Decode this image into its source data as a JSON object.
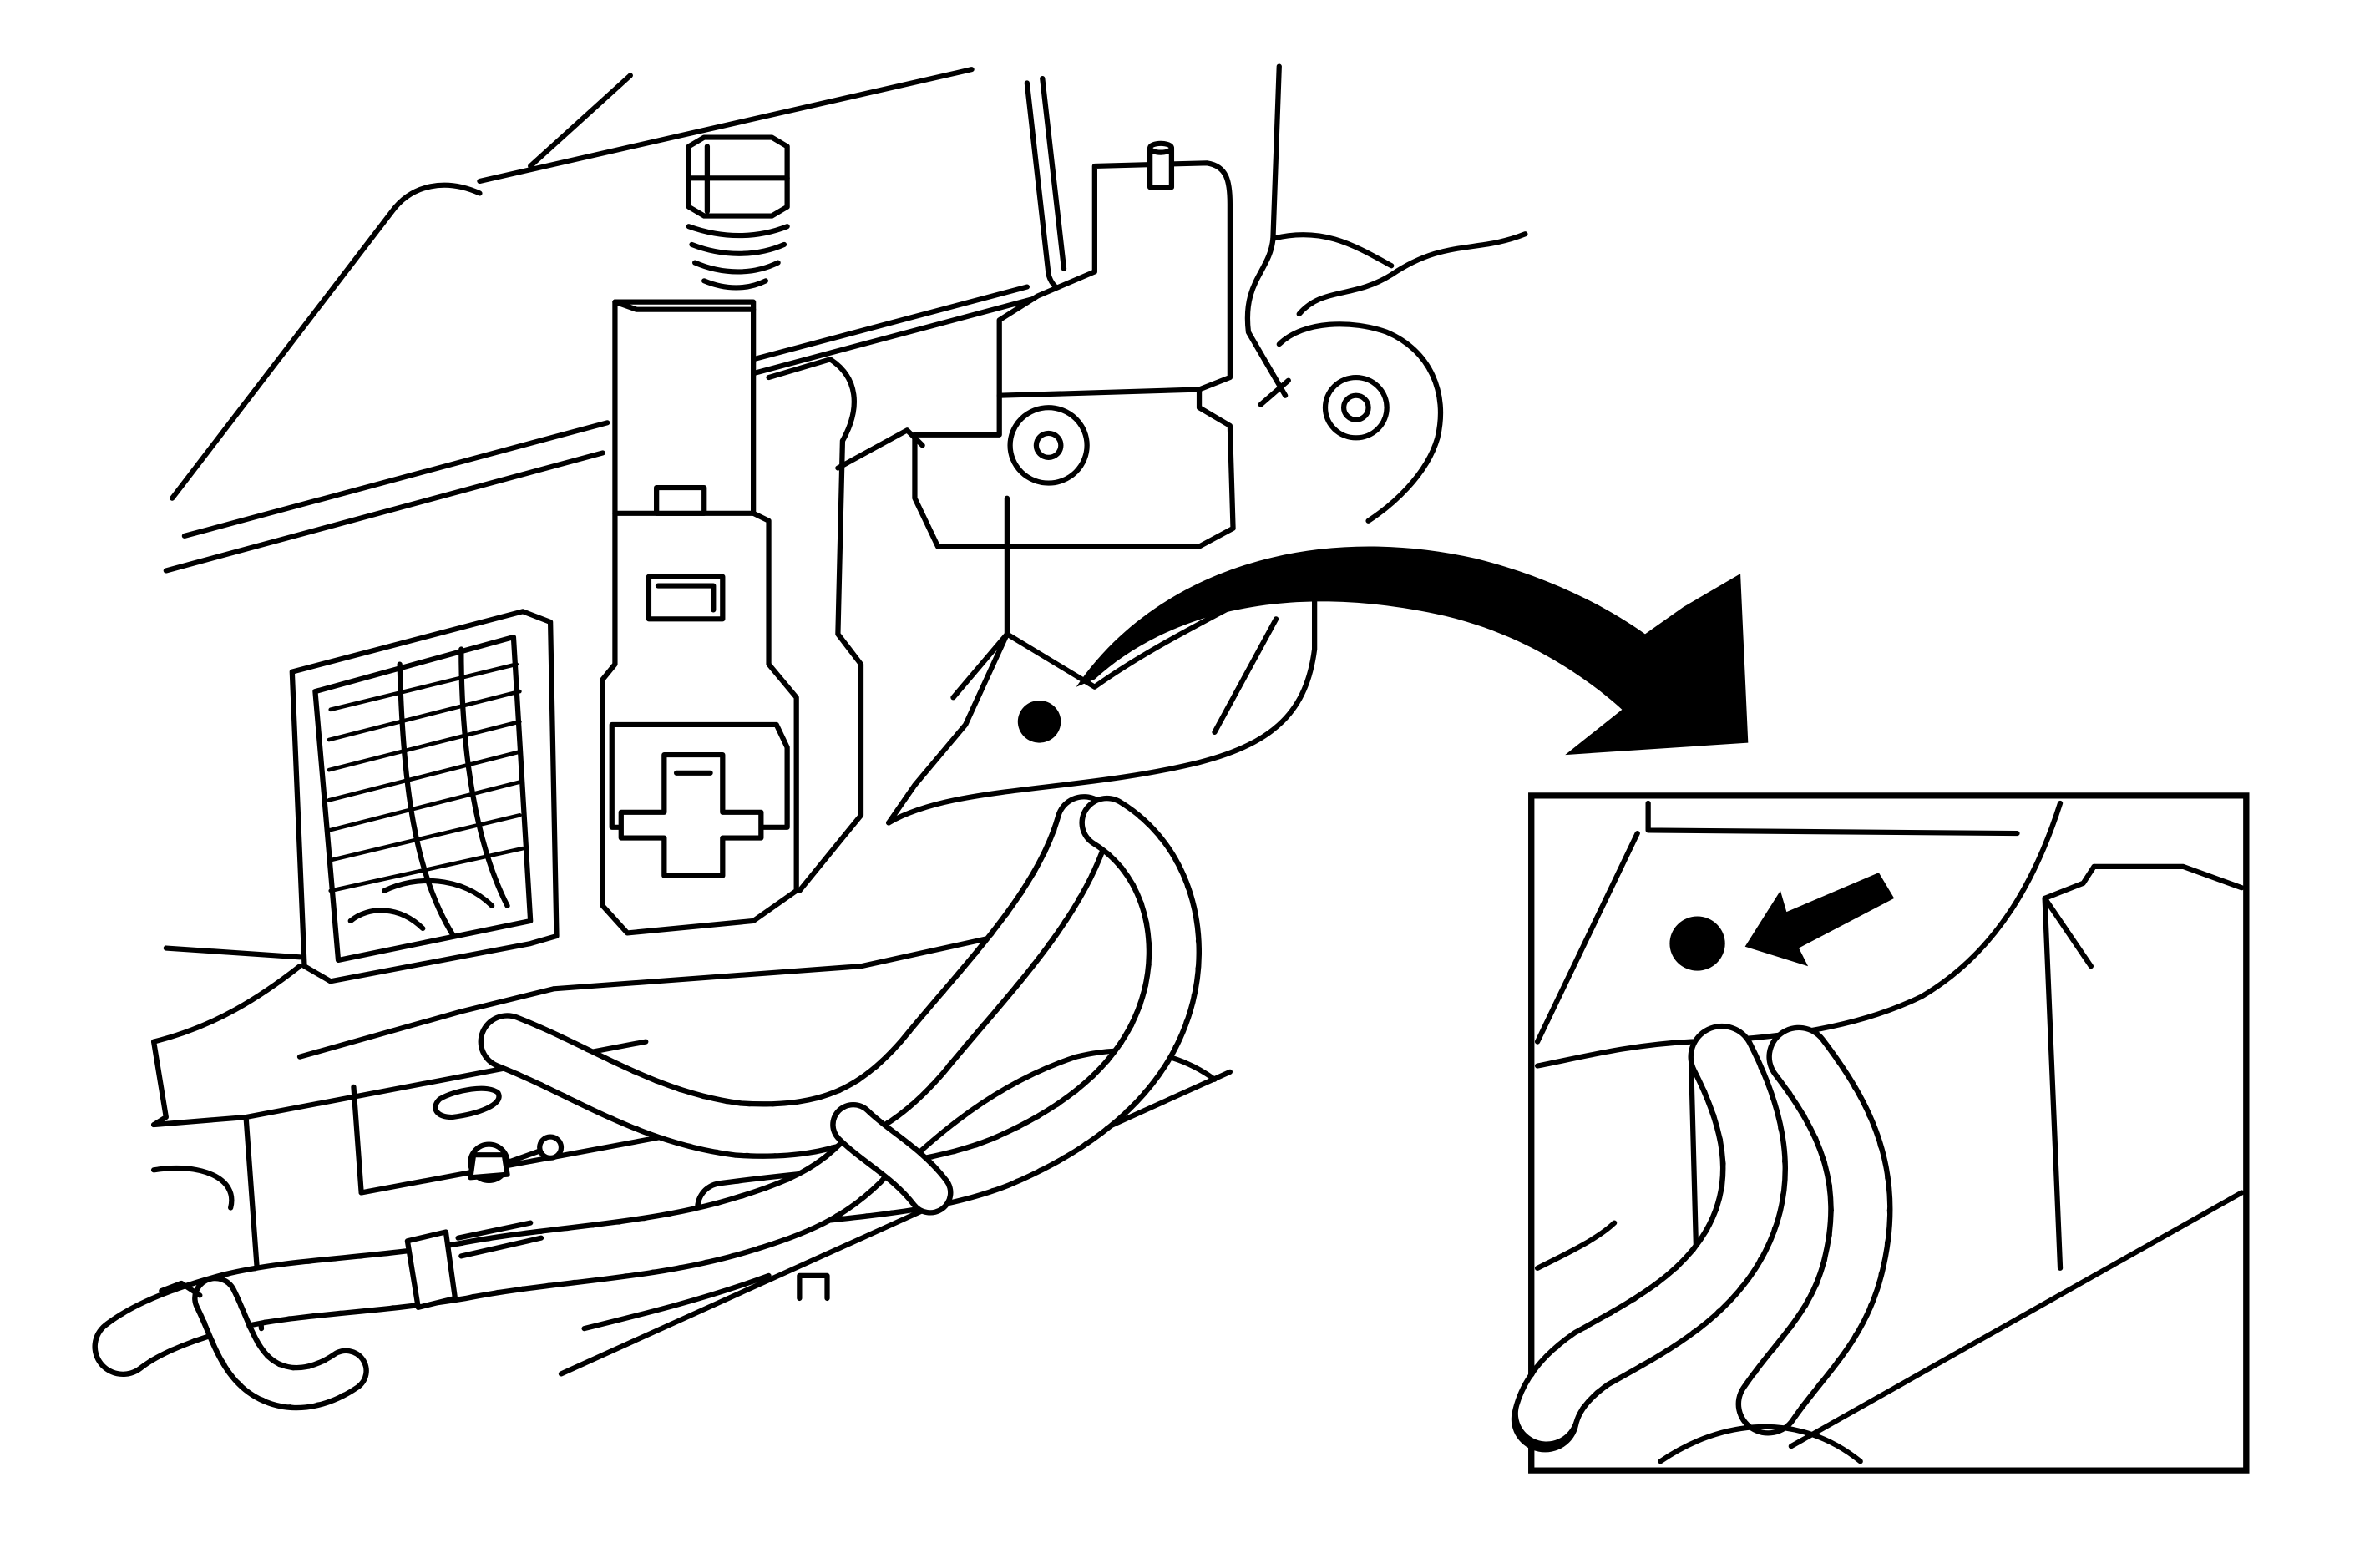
{
  "figure": {
    "kind": "technical line illustration",
    "background_color": "#ffffff",
    "line_color": "#000000",
    "callout": {
      "arrow": "curved-arrow",
      "detail_view": "inset-detail-view",
      "pointer": "straight-arrow-icon",
      "marker": "black-dot"
    }
  }
}
